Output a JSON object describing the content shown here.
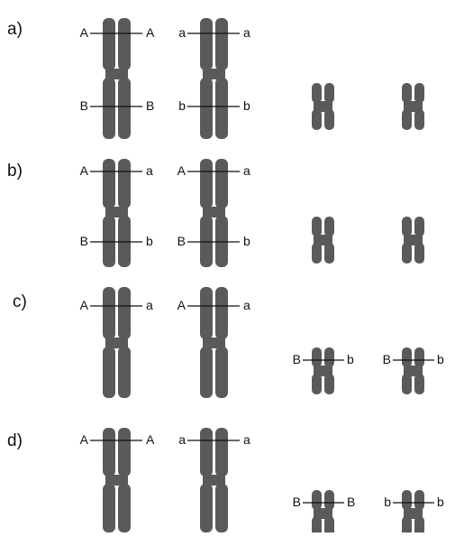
{
  "chromosome_color": "#5a5a5a",
  "line_color": "#111111",
  "options": [
    {
      "label": "a)",
      "long_pairs": [
        [
          "A",
          "A",
          "B",
          "B"
        ],
        [
          "a",
          "a",
          "b",
          "b"
        ]
      ],
      "short_pairs": [
        [
          "",
          ""
        ],
        [
          "",
          ""
        ]
      ]
    },
    {
      "label": "b)",
      "long_pairs": [
        [
          "A",
          "a",
          "B",
          "b"
        ],
        [
          "A",
          "a",
          "B",
          "b"
        ]
      ],
      "short_pairs": [
        [
          "",
          ""
        ],
        [
          "",
          ""
        ]
      ]
    },
    {
      "label": "c)",
      "long_pairs": [
        [
          "A",
          "a",
          "",
          ""
        ],
        [
          "A",
          "a",
          "",
          ""
        ]
      ],
      "short_pairs": [
        [
          "B",
          "b"
        ],
        [
          "B",
          "b"
        ]
      ]
    },
    {
      "label": "d)",
      "long_pairs": [
        [
          "A",
          "A",
          "",
          ""
        ],
        [
          "a",
          "a",
          "",
          ""
        ]
      ],
      "short_pairs": [
        [
          "B",
          "B"
        ],
        [
          "b",
          "b"
        ]
      ]
    }
  ]
}
